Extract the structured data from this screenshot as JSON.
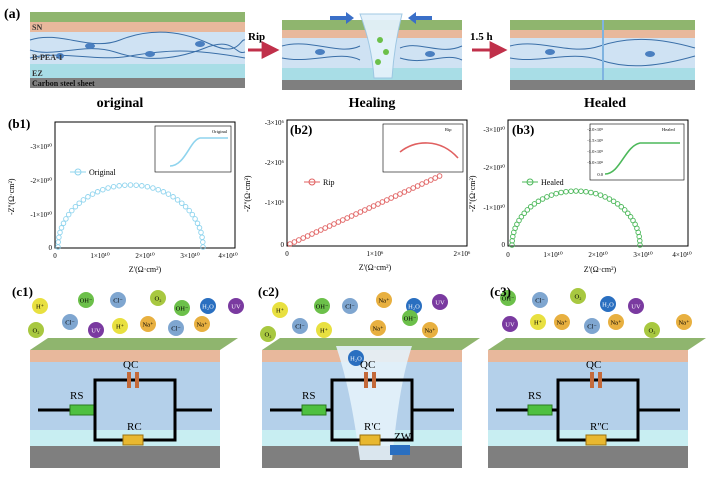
{
  "panel_a": {
    "label": "(a)",
    "layers": {
      "sn": "SN",
      "bpea": "B-PEA-1",
      "ez": "EZ",
      "steel": "Carbon steel sheet"
    },
    "arrow1": "Rip",
    "arrow2": "1.5 h"
  },
  "states": {
    "original": "original",
    "healing": "Healing",
    "healed": "Healed"
  },
  "panel_b1": {
    "label": "(b1)",
    "ylabel": "-Z''(Ω·cm²)",
    "xlabel": "Z'(Ω·cm²)",
    "yticks": [
      "-3×10¹⁰",
      "-2×10¹⁰",
      "-1×10¹⁰",
      "0"
    ],
    "xticks": [
      "0",
      "1×10¹⁰",
      "2×10¹⁰",
      "3×10¹⁰",
      "4×10¹⁰"
    ],
    "legend": "Original",
    "inset_legend": "Original"
  },
  "panel_b2": {
    "label": "(b2)",
    "ylabel": "-Z''(Ω·cm²)",
    "xlabel": "Z'(Ω·cm²)",
    "yticks": [
      "-3×10⁶",
      "-2×10⁶",
      "-1×10⁶",
      "0"
    ],
    "xticks": [
      "0",
      "1×10⁶",
      "2×10⁶"
    ],
    "legend": "Rip",
    "inset_legend": "Rip"
  },
  "panel_b3": {
    "label": "(b3)",
    "ylabel": "-Z''(Ω·cm²)",
    "xlabel": "Z'(Ω·cm²)",
    "yticks": [
      "-3×10¹⁰",
      "-2×10¹⁰",
      "-1×10¹⁰",
      "0"
    ],
    "xticks": [
      "0",
      "1×10¹⁰",
      "2×10¹⁰",
      "3×10¹⁰",
      "4×10¹⁰"
    ],
    "legend": "Healed",
    "inset_legend": "Healed",
    "inset_ticks": [
      "-2.0×10⁹",
      "-1.5×10⁹",
      "-1.0×10⁹",
      "-5.0×10⁸",
      "0.0"
    ]
  },
  "panel_c": {
    "c1": "(c1)",
    "c2": "(c2)",
    "c3": "(c3)",
    "ions": {
      "h": "H⁺",
      "oh": "OH⁻",
      "cl": "Cl⁻",
      "o2": "O₂",
      "na": "Na⁺",
      "h2o": "H₂O",
      "uv": "UV"
    },
    "qc": "QC",
    "rs": "RS",
    "rc": "RC",
    "rc2": "R'C",
    "rc3": "R''C",
    "zw": "ZW"
  },
  "colors": {
    "sn": "#e8b89c",
    "bpea": "#b4d0ea",
    "ez": "#c8eef2",
    "steel": "#7f7f7f",
    "top": "#7ea85e",
    "original": "#8fd4ee",
    "rip": "#e06060",
    "healed": "#4cb85a"
  }
}
